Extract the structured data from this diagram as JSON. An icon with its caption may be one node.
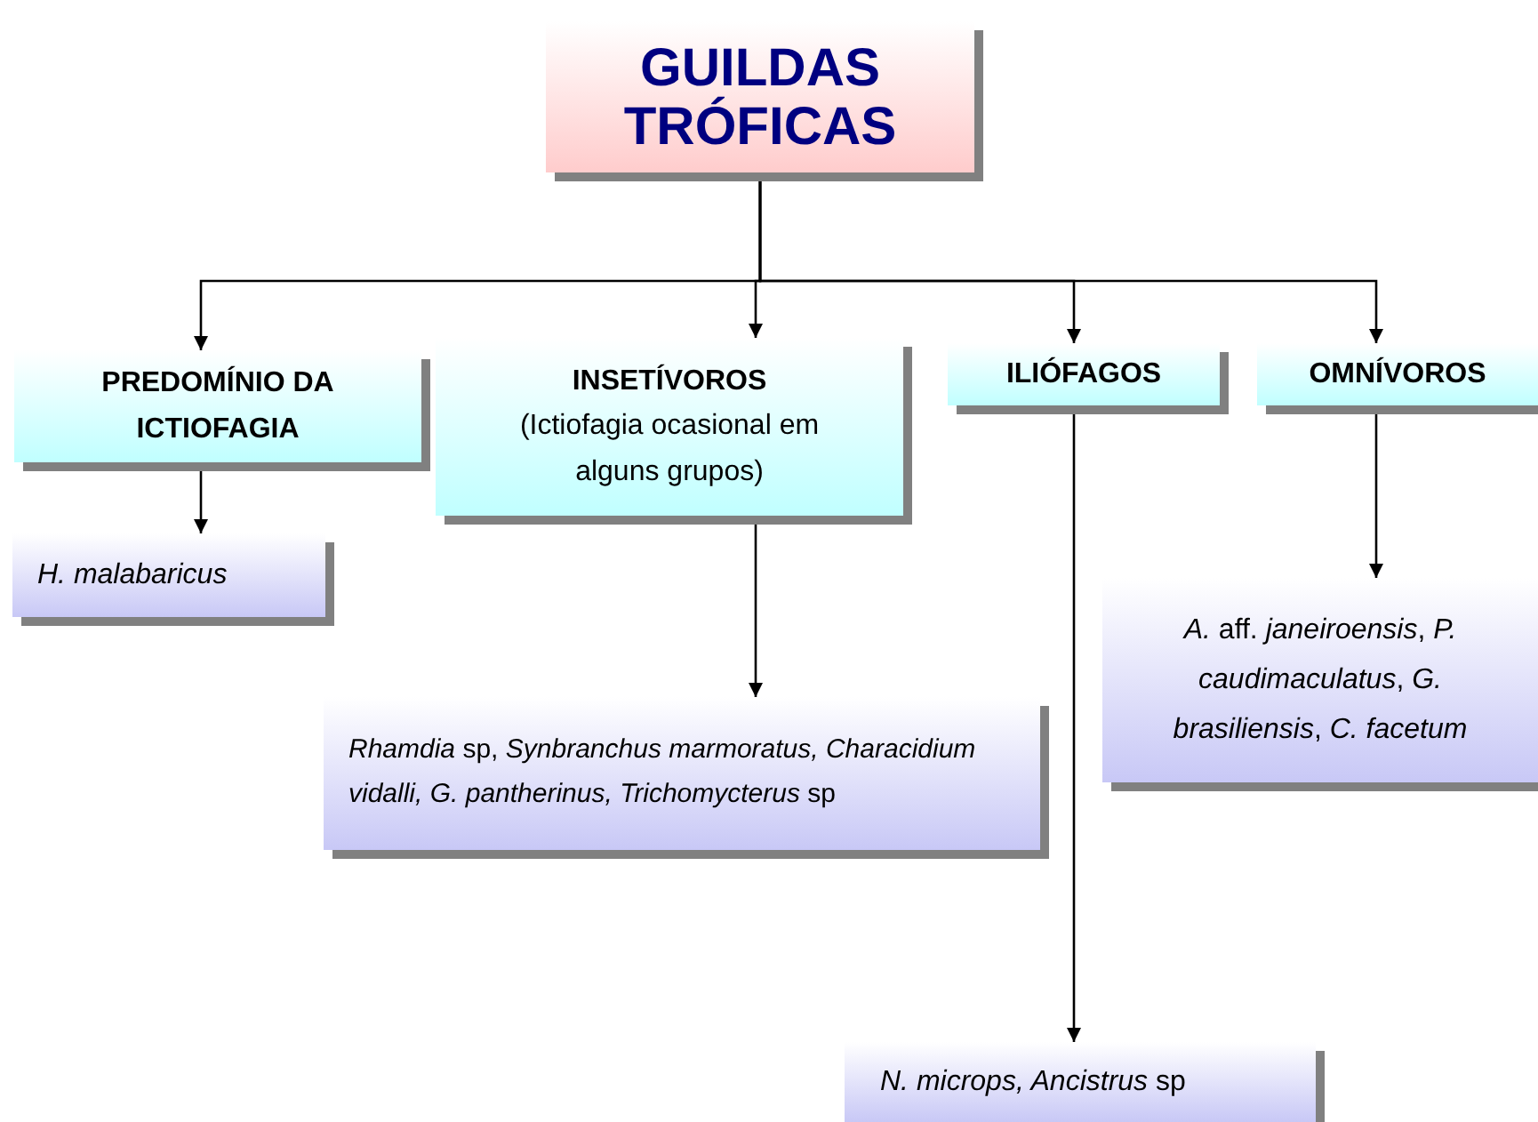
{
  "diagram": {
    "nodes": [
      {
        "text": [
          "GUILDAS TRÓFICAS"
        ]
      },
      {
        "text": [
          "PREDOMÍNIO DA ICTIOFAGIA"
        ]
      },
      {
        "text": [
          "INSETÍVOROS",
          "(Ictiofagia ocasional em alguns grupos)"
        ]
      },
      {
        "text": [
          "ILIÓFAGOS"
        ]
      },
      {
        "text": [
          "OMNÍVOROS"
        ]
      },
      {
        "text": [
          "H. malabaricus"
        ]
      },
      {
        "text": [
          "*Rhamdia* sp, *Synbranchus marmoratus, Characidium vidalli, G. pantherinus, Trichomycterus* sp"
        ]
      },
      {
        "text": [
          "*A.* aff. *janeiroensis*, *P. caudimaculatus*, *G. brasiliensis*, *C. facetum*"
        ]
      },
      {
        "text": [
          "*N. microps, Ancistrus* sp"
        ]
      }
    ],
    "edges": [
      {
        "from": 0,
        "to": 1,
        "arrow": "to"
      },
      {
        "from": 0,
        "to": 2,
        "arrow": "to"
      },
      {
        "from": 0,
        "to": 3,
        "arrow": "to"
      },
      {
        "from": 0,
        "to": 4,
        "arrow": "to"
      },
      {
        "from": 1,
        "to": 5,
        "arrow": "to"
      },
      {
        "from": 2,
        "to": 6,
        "arrow": "to"
      },
      {
        "from": 3,
        "to": 8,
        "arrow": "to"
      },
      {
        "from": 4,
        "to": 7,
        "arrow": "to"
      }
    ]
  }
}
